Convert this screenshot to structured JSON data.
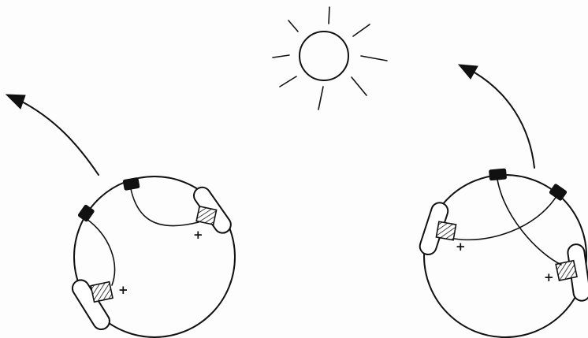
{
  "diagram": {
    "polarity_mark": "+",
    "colors": {
      "ink": "#111111",
      "background": "#fdfdfd",
      "pod_fill": "#ffffff"
    },
    "elements": [
      "sun",
      "left-vehicle",
      "right-vehicle",
      "left-direction-arrow",
      "right-direction-arrow"
    ]
  }
}
